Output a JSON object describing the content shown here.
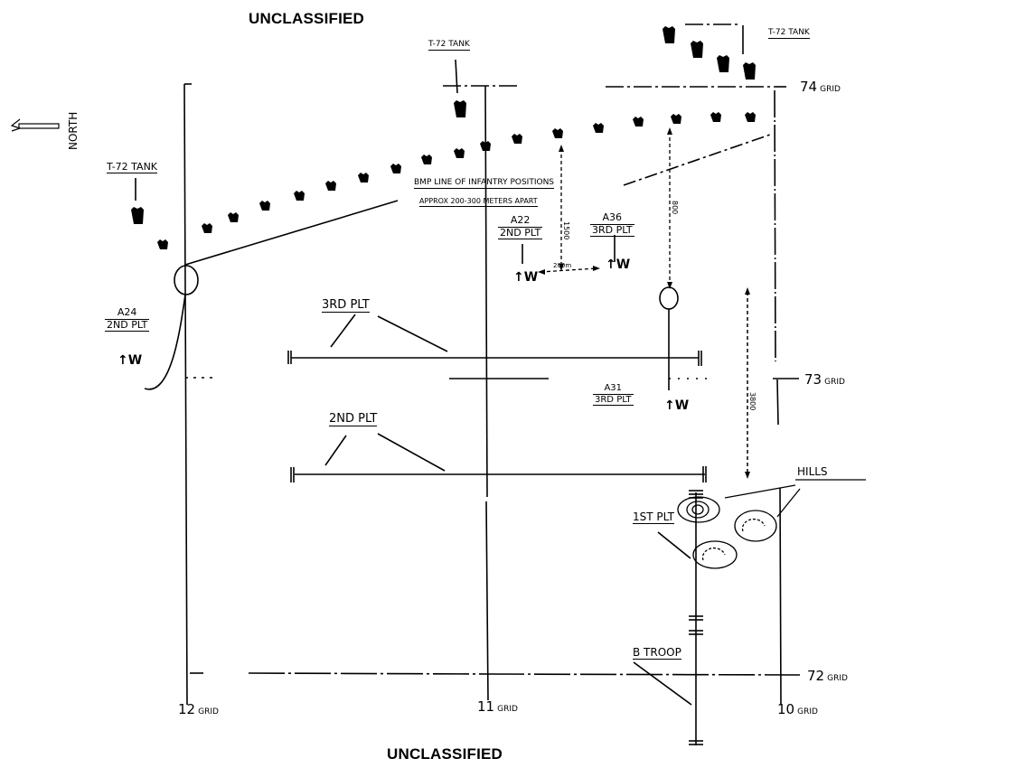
{
  "document": {
    "classification_top": "UNCLASSIFIED",
    "classification_bottom": "UNCLASSIFIED"
  },
  "compass": {
    "label": "NORTH",
    "icon": "north-arrow-icon"
  },
  "grid": {
    "eastings": [
      {
        "num": "12",
        "suffix": "GRID"
      },
      {
        "num": "11",
        "suffix": "GRID"
      },
      {
        "num": "10",
        "suffix": "GRID"
      }
    ],
    "northings": [
      {
        "num": "74",
        "suffix": "GRID"
      },
      {
        "num": "73",
        "suffix": "GRID"
      },
      {
        "num": "72",
        "suffix": "GRID"
      }
    ]
  },
  "enemy": {
    "tank_left_label": "T-72 TANK",
    "tank_center_label": "T-72 TANK",
    "tank_right_label": "T-72 TANK",
    "bmp_line_label_1": "BMP LINE OF INFANTRY POSITIONS",
    "bmp_line_label_2": "APPROX 200-300 METERS APART",
    "tank_icon": "tank-icon"
  },
  "friendly": {
    "a24": {
      "id": "A24",
      "unit": "2ND PLT"
    },
    "a22": {
      "id": "A22",
      "unit": "2ND PLT"
    },
    "a36": {
      "id": "A36",
      "unit": "3RD PLT"
    },
    "a31": {
      "id": "A31",
      "unit": "3RD PLT"
    },
    "platoons": {
      "third": "3RD PLT",
      "second": "2ND PLT",
      "first": "1ST PLT"
    },
    "troop": "B TROOP",
    "vehicle_icon": "bradley-vehicle-icon"
  },
  "terrain": {
    "hills_label": "HILLS"
  },
  "distances": {
    "a22_to_a36": "200m",
    "a22_to_bmp": "1500",
    "a36_to_bmp": "800",
    "right_span": "3800"
  }
}
